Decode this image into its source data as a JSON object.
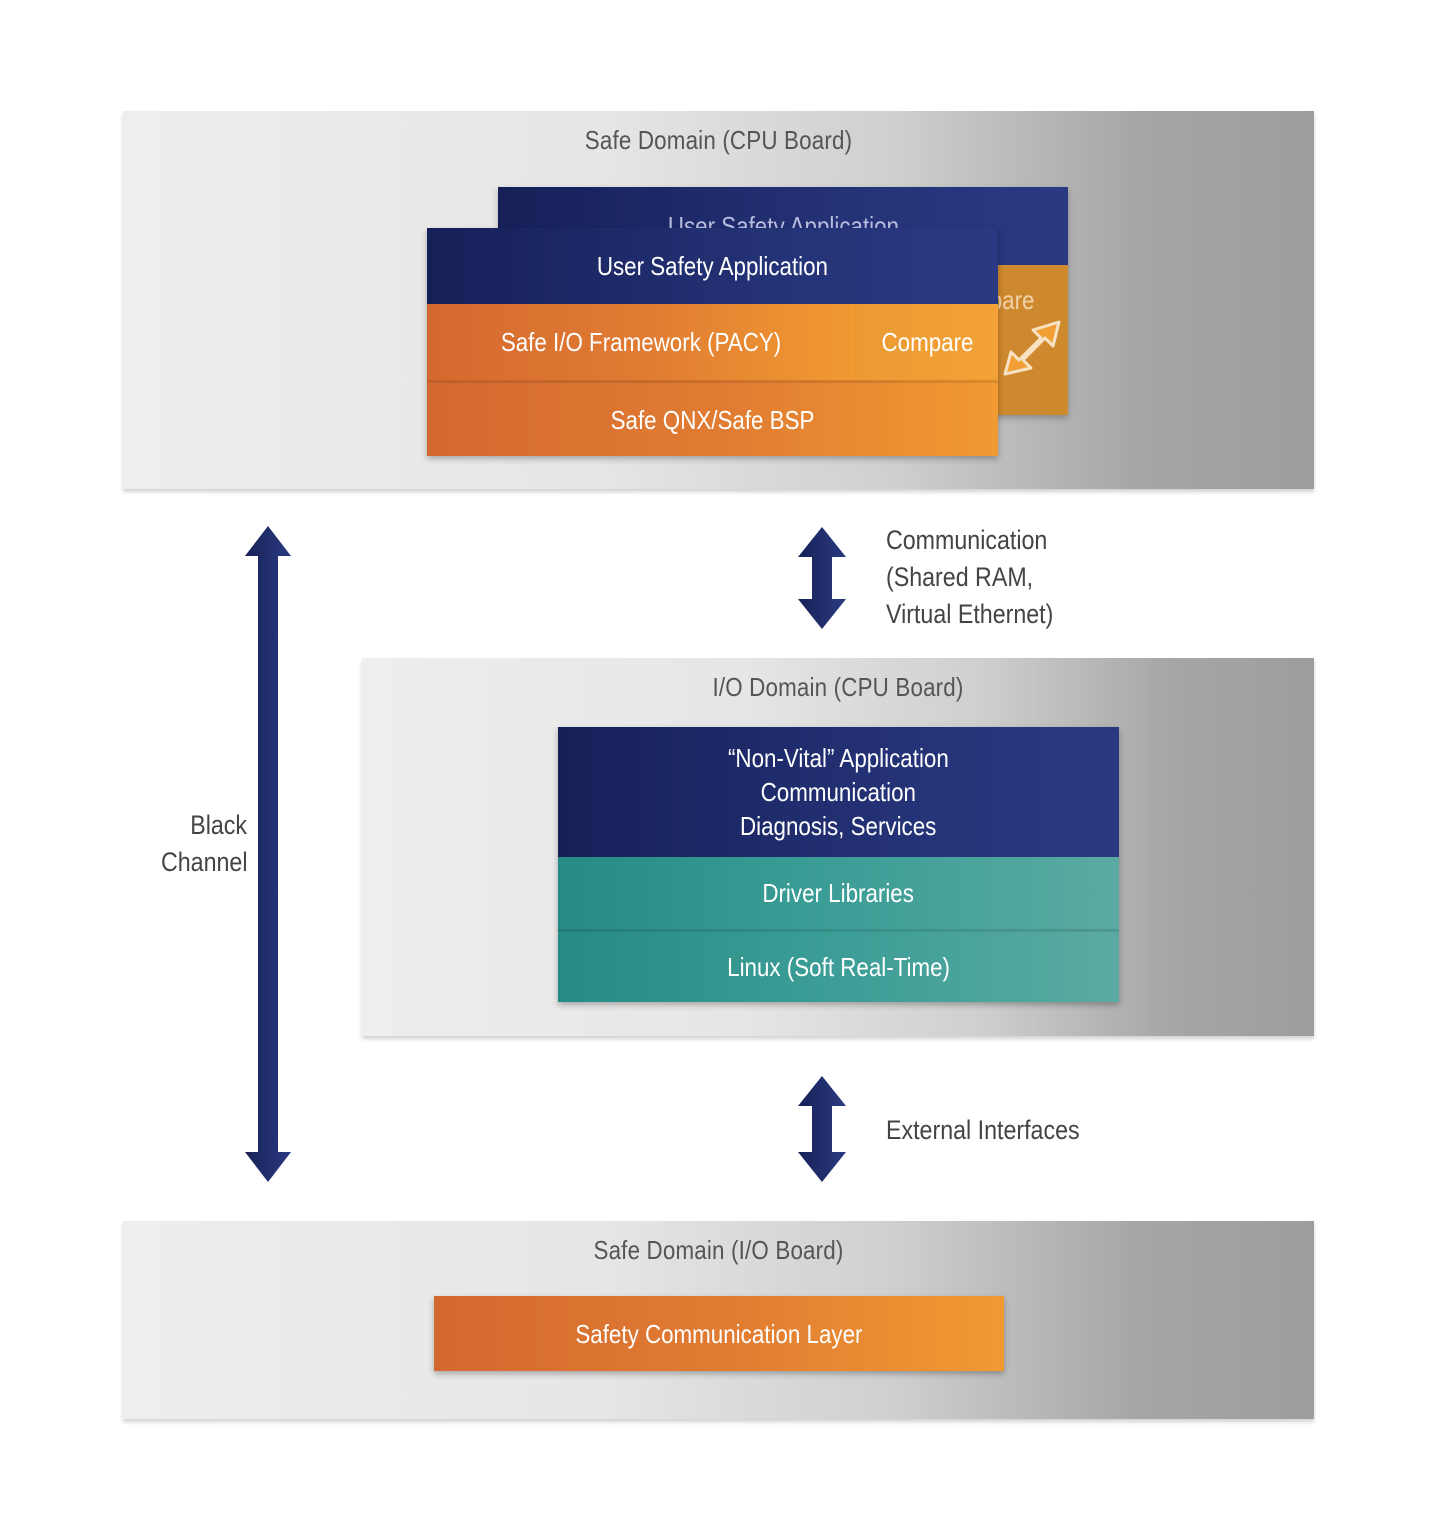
{
  "top_panel": {
    "title": "Safe Domain (CPU Board)",
    "back_stack": {
      "app_label": "User Safety Application",
      "compare_label": "Compare"
    },
    "front_stack": {
      "app_label": "User Safety Application",
      "framework_label": "Safe I/O Framework (PACY)",
      "compare_label": "Compare",
      "os_label": "Safe QNX/Safe BSP"
    }
  },
  "communication_label": [
    "Communication",
    "(Shared RAM,",
    "Virtual Ethernet)"
  ],
  "black_channel_label": [
    "Black",
    "Channel"
  ],
  "middle_panel": {
    "title": "I/O Domain (CPU Board)",
    "app_lines": [
      "“Non-Vital” Application",
      "Communication",
      "Diagnosis, Services"
    ],
    "driver_label": "Driver Libraries",
    "os_label": "Linux (Soft Real-Time)"
  },
  "external_interfaces_label": "External Interfaces",
  "bottom_panel": {
    "title": "Safe Domain (I/O Board)",
    "layer_label": "Safety Communication Layer"
  },
  "colors": {
    "navy": "#1c2766",
    "orange": "#e07b32",
    "teal": "#2f948c",
    "arrow": "#1e2a66"
  }
}
